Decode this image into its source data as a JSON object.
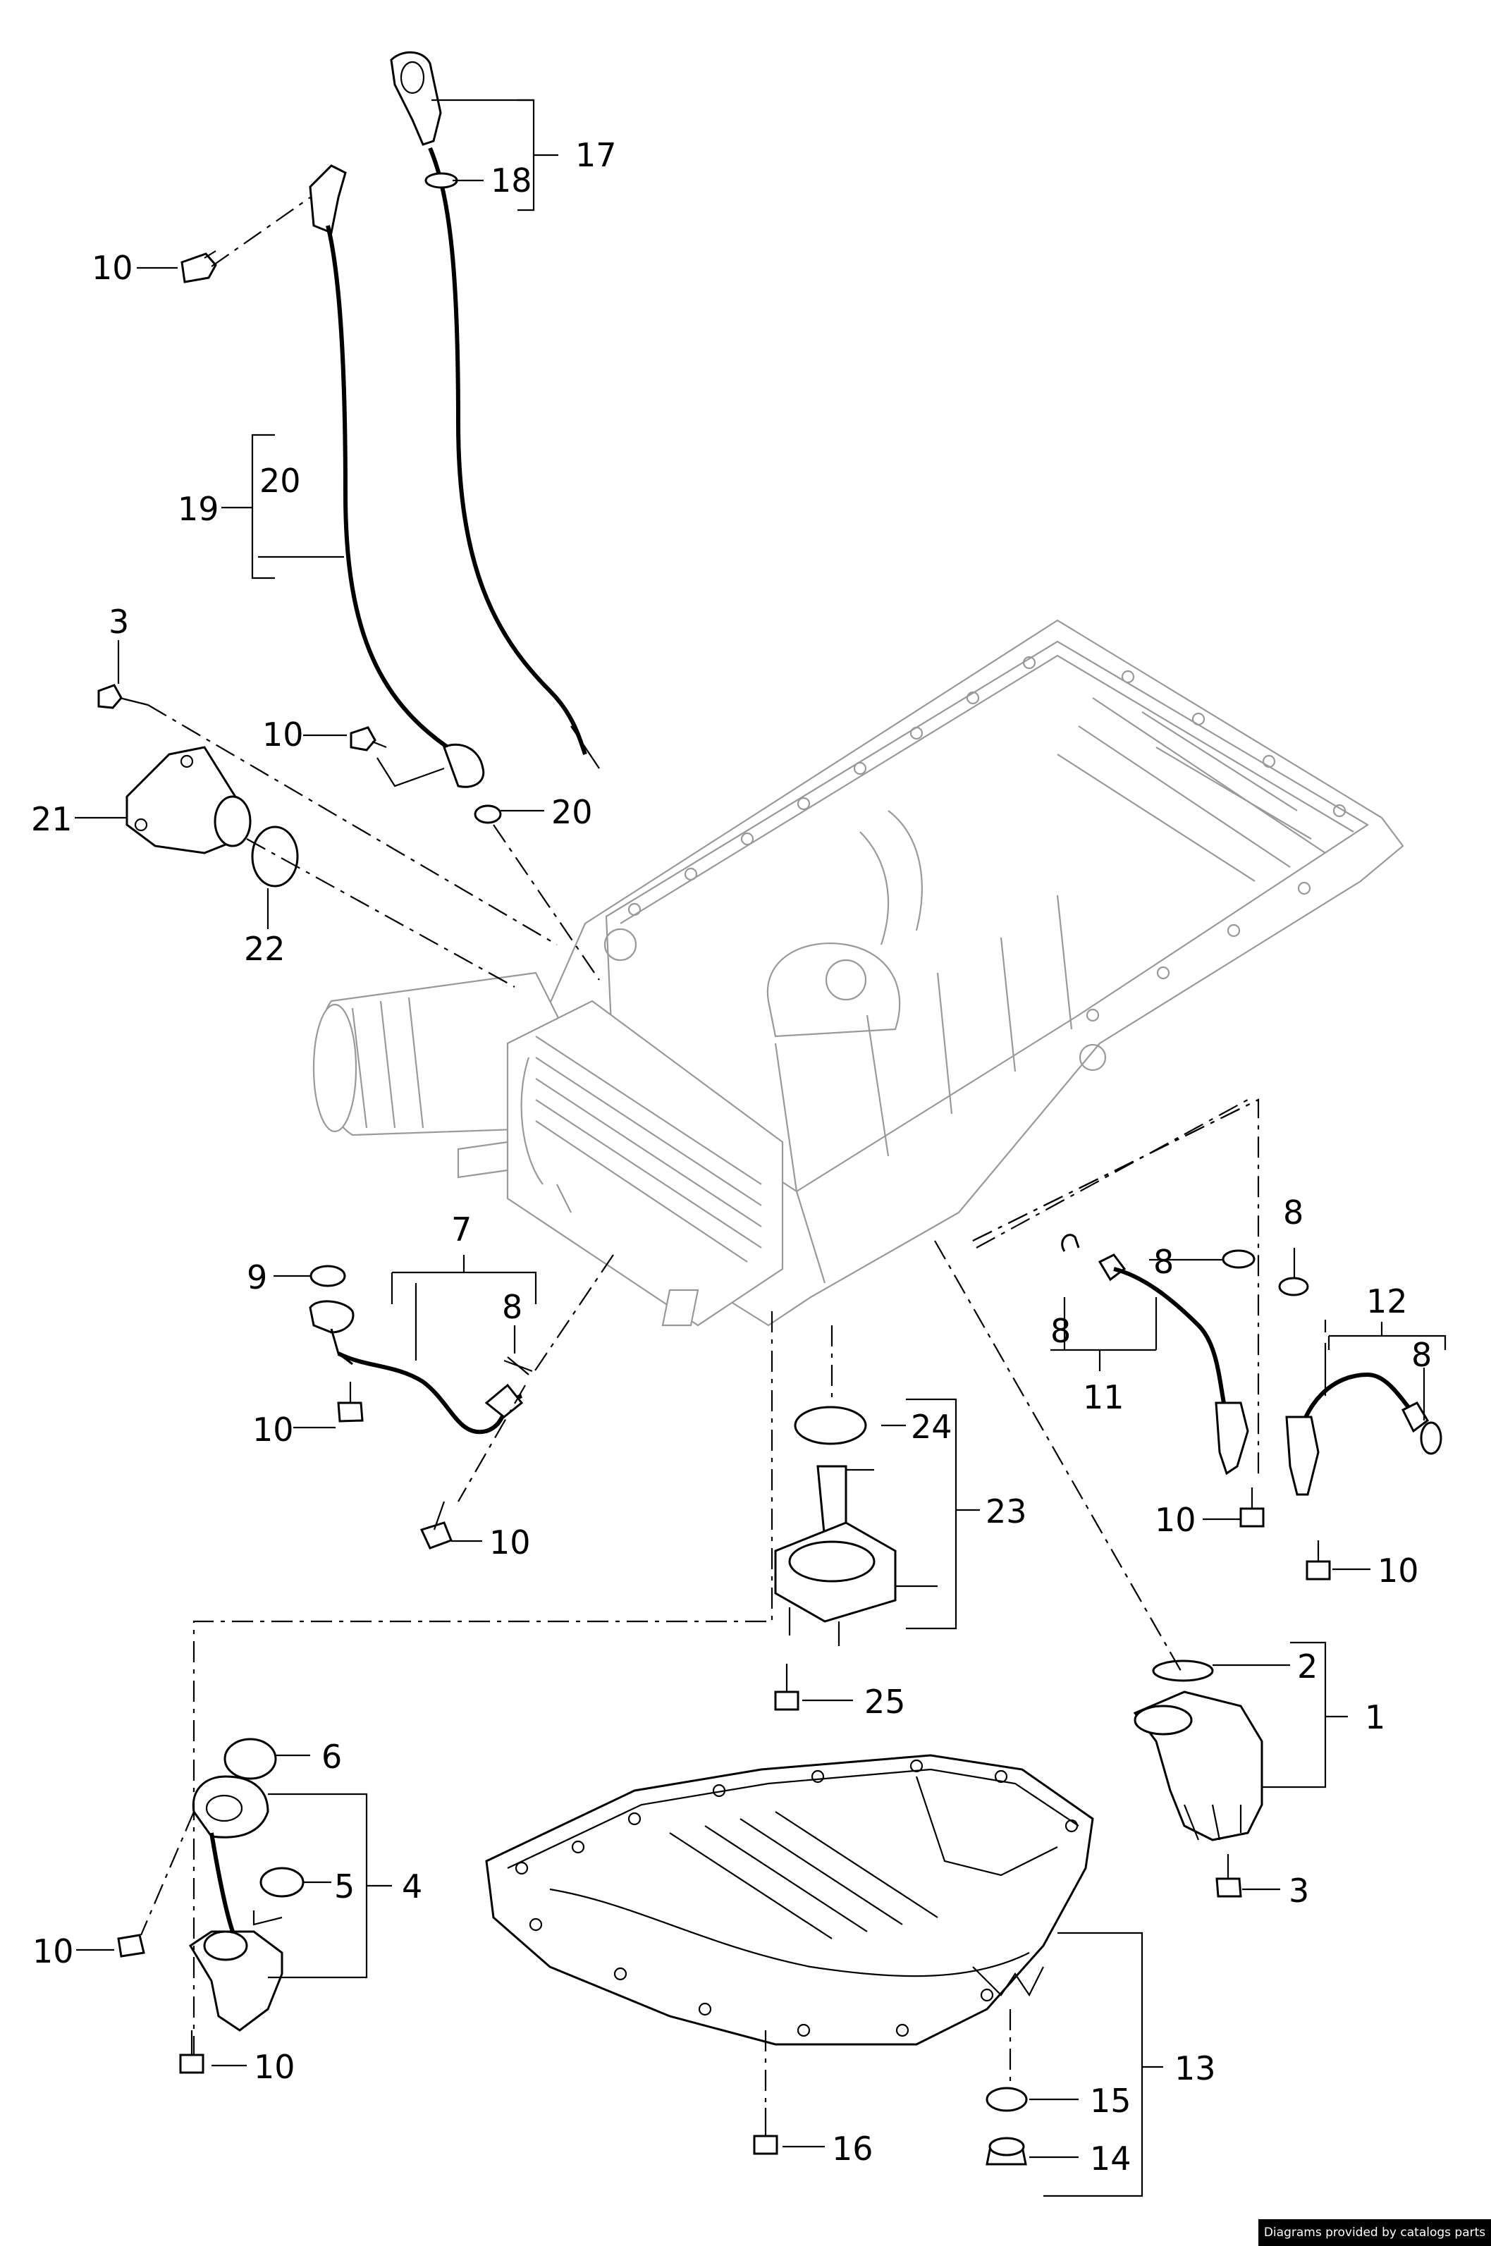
{
  "credit": "Diagrams provided by catalogs parts",
  "callouts": {
    "c1": "1",
    "c2": "2",
    "c3a": "3",
    "c3b": "3",
    "c4": "4",
    "c5": "5",
    "c6": "6",
    "c7": "7",
    "c8a": "8",
    "c8b": "8",
    "c8c": "8",
    "c8d": "8",
    "c8e": "8",
    "c9": "9",
    "c10a": "10",
    "c10b": "10",
    "c10c": "10",
    "c10d": "10",
    "c10e": "10",
    "c10f": "10",
    "c10g": "10",
    "c10h": "10",
    "c11": "11",
    "c12": "12",
    "c13": "13",
    "c14": "14",
    "c15": "15",
    "c16": "16",
    "c17": "17",
    "c18": "18",
    "c19": "19",
    "c20a": "20",
    "c20b": "20",
    "c21": "21",
    "c22": "22",
    "c23": "23",
    "c24": "24",
    "c25": "25"
  }
}
